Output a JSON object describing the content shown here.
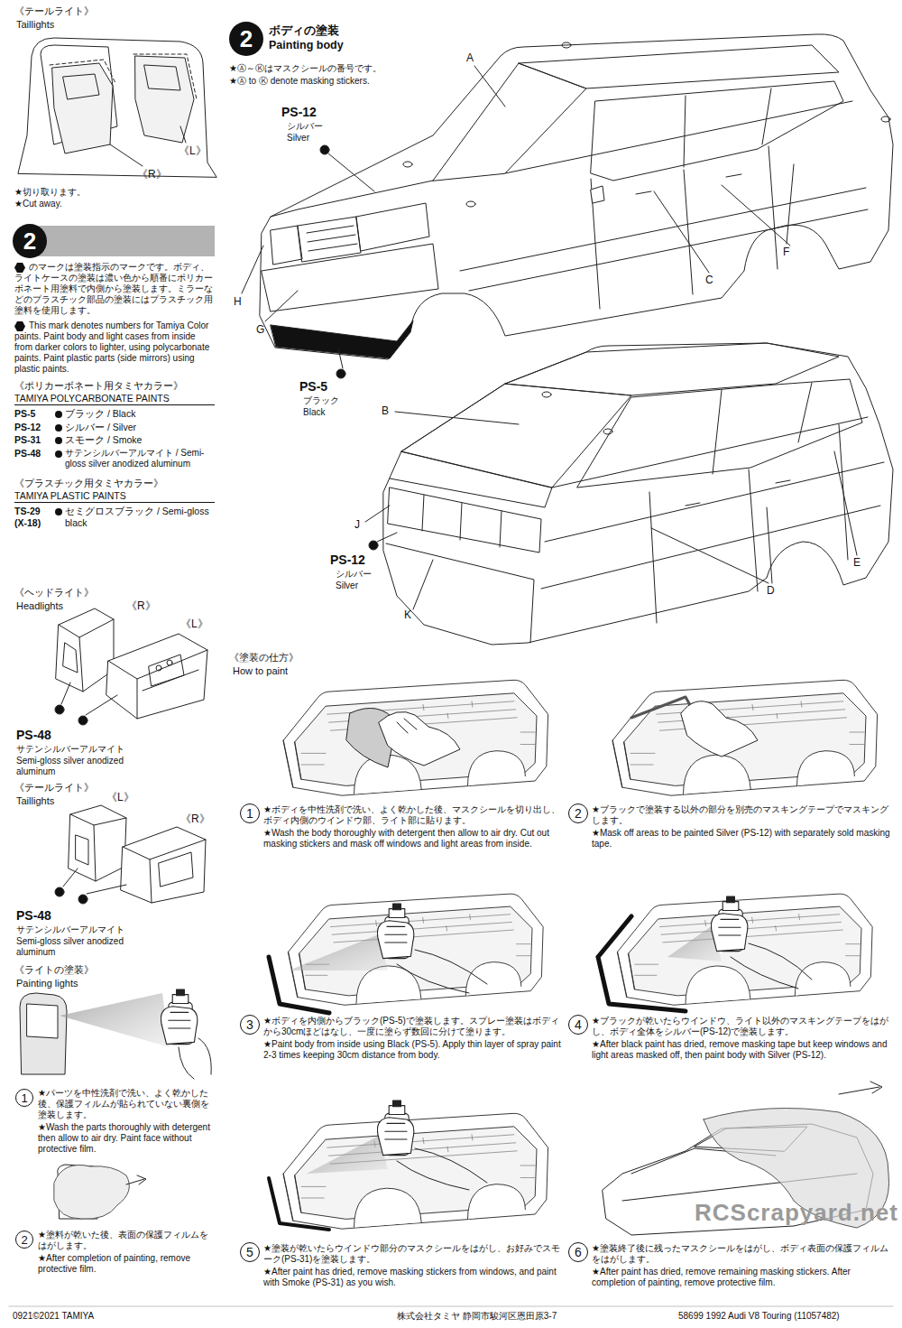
{
  "diagram": {
    "nodes": [
      {
        "text": [
          "2"
        ]
      },
      {
        "text": [
          "1"
        ]
      },
      {
        "text": [
          "2"
        ]
      },
      {
        "text": [
          "2"
        ]
      },
      {
        "text": [
          "1"
        ]
      },
      {
        "text": [
          "2"
        ]
      },
      {
        "text": [
          "3"
        ]
      },
      {
        "text": [
          "4"
        ]
      },
      {
        "text": [
          "5"
        ]
      },
      {
        "text": [
          "6"
        ]
      }
    ],
    "labels": [
      "《テールライト》",
      "Taillights",
      "《R》",
      "《L》",
      "★切り取ります。",
      "★Cut away.",
      "のマークは塗装指示のマークです。ボディ、ライトケースの塗装は濃い色から順番にポリカーボネート用塗料で内側から塗装します。ミラーなどのプラスチック部品の塗装にはプラスチック用塗料を使用します。",
      "This mark denotes numbers for Tamiya Color paints. Paint body and light cases from inside from darker colors to lighter, using polycarbonate paints. Paint plastic parts (side mirrors) using plastic paints.",
      "《ポリカーボネート用タミヤカラー》",
      "TAMIYA POLYCARBONATE PAINTS",
      "PS-5",
      "ブラック / Black",
      "PS-12",
      "シルバー / Silver",
      "PS-31",
      "スモーク / Smoke",
      "PS-48",
      "サテンシルバーアルマイト / Semi-gloss silver anodized aluminum",
      "《プラスチック用タミヤカラー》",
      "TAMIYA PLASTIC PAINTS",
      "TS-29",
      "(X-18)",
      "セミグロスブラック / Semi-gloss black",
      "《ヘッドライト》",
      "Headlights",
      "《R》",
      "《L》",
      "PS-48",
      "サテンシルバーアルマイト",
      "Semi-gloss silver anodized aluminum",
      "《テールライト》",
      "Taillights",
      "《L》",
      "《R》",
      "PS-48",
      "サテンシルバーアルマイト",
      "Semi-gloss silver anodized aluminum",
      "《ライトの塗装》",
      "Painting lights",
      "★パーツを中性洗剤で洗い、よく乾かした後、保護フィルムが貼られていない裏側を塗装します。",
      "★Wash the parts thoroughly with detergent then allow to air dry. Paint face without protective film.",
      "★塗料が乾いた後、表面の保護フィルムをはがします。",
      "★After completion of painting, remove protective film.",
      "ボディの塗装",
      "Painting body",
      "★Ⓐ～Ⓚはマスクシールの番号です。",
      "★Ⓐ to Ⓚ denote masking stickers.",
      "A",
      "PS-12",
      "シルバー",
      "Silver",
      "H",
      "G",
      "C",
      "F",
      "PS-5",
      "ブラック",
      "Black",
      "B",
      "J",
      "PS-12",
      "シルバー",
      "Silver",
      "D",
      "E",
      "K",
      "《塗装の仕方》",
      "How to paint",
      "★ボディを中性洗剤で洗い、よく乾かした後、マスクシールを切り出し、ボディ内側のウインドウ部、ライト部に貼ります。",
      "★Wash the body thoroughly with detergent then allow to air dry. Cut out masking stickers and mask off windows and light areas from inside.",
      "★ブラックで塗装する以外の部分を別売のマスキングテープでマスキングします。",
      "★Mask off areas to be painted Silver (PS-12) with separately sold masking tape.",
      "★ボディを内側からブラック(PS-5)で塗装します。スプレー塗装はボディから30cmほどはなし、一度に塗らず数回に分けて塗ります。",
      "★Paint body from inside using Black (PS-5). Apply thin layer of spray paint 2-3 times keeping 30cm distance from body.",
      "★ブラックが乾いたらウインドウ、ライト以外のマスキングテープをはがし、ボディ全体をシルバー(PS-12)で塗装します。",
      "★After black paint has dried, remove masking tape but keep windows and light areas masked off, then paint body with Silver (PS-12).",
      "★塗装が乾いたらウインドウ部分のマスクシールをはがし、お好みでスモーク(PS-31)を塗装します。",
      "★After paint has dried, remove masking stickers from windows, and paint with Smoke (PS-31) as you wish.",
      "★塗装終了後に残ったマスクシールをはがし、ボディ表面の保護フィルムをはがします。",
      "★After paint has dried, remove remaining masking stickers. After completion of painting, remove protective film.",
      "0921©2021 TAMIYA",
      "株式会社タミヤ 静岡市駿河区恩田原3-7",
      "58699 1992 Audi V8 Touring (11057482)",
      "RCScrapyard.net"
    ]
  }
}
